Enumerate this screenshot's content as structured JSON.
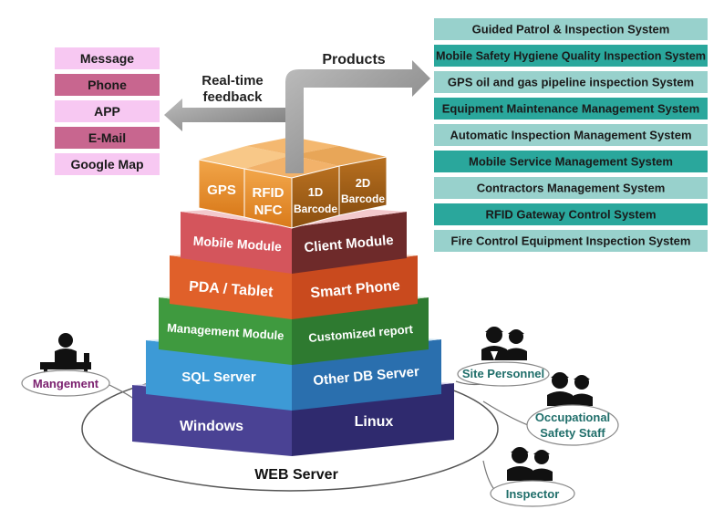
{
  "channels": {
    "items": [
      "Message",
      "Phone",
      "APP",
      "E-Mail",
      "Google Map"
    ],
    "colors": [
      "#f7c8f2",
      "#c8668f"
    ]
  },
  "products": {
    "items": [
      "Guided Patrol & Inspection System",
      "Mobile Safety Hygiene Quality Inspection System",
      "GPS oil and gas pipeline inspection System",
      "Equipment Maintenance Management System",
      "Automatic Inspection Management System",
      "Mobile Service Management System",
      "Contractors Management System",
      "RFID Gateway Control System",
      "Fire Control Equipment Inspection System"
    ],
    "colors": [
      "#98d1cc",
      "#2aa79c"
    ]
  },
  "arrows": {
    "realtime_line1": "Real-time",
    "realtime_line2": "feedback",
    "products": "Products"
  },
  "top_blocks": {
    "gps": "GPS",
    "rfid_line1": "RFID",
    "rfid_line2": "NFC",
    "barcode1d_line1": "1D",
    "barcode1d_line2": "Barcode",
    "barcode2d_line1": "2D",
    "barcode2d_line2": "Barcode"
  },
  "layers": [
    {
      "left": "Mobile Module",
      "right": "Client Module",
      "left_color": "#d4555c",
      "right_color": "#7b2e2e"
    },
    {
      "left": "PDA / Tablet",
      "right": "Smart Phone",
      "left_color": "#e0602a",
      "right_color": "#c94a1e"
    },
    {
      "left": "Management Module",
      "right": "Customized report",
      "left_color": "#3f9a3f",
      "right_color": "#2e7a30"
    },
    {
      "left": "SQL Server",
      "right": "Other DB Server",
      "left_color": "#3d9ad6",
      "right_color": "#2a6fae"
    },
    {
      "left": "Windows",
      "right": "Linux",
      "left_color": "#423a8a",
      "right_color": "#2f2a6e"
    }
  ],
  "web_server": "WEB Server",
  "roles": {
    "management": "Mangement",
    "site_personnel": "Site Personnel",
    "safety_line1": "Occupational",
    "safety_line2": "Safety Staff",
    "inspector": "Inspector"
  },
  "icons": [
    "manager-icon",
    "site-personnel-icon",
    "safety-staff-icon",
    "inspector-icon"
  ]
}
